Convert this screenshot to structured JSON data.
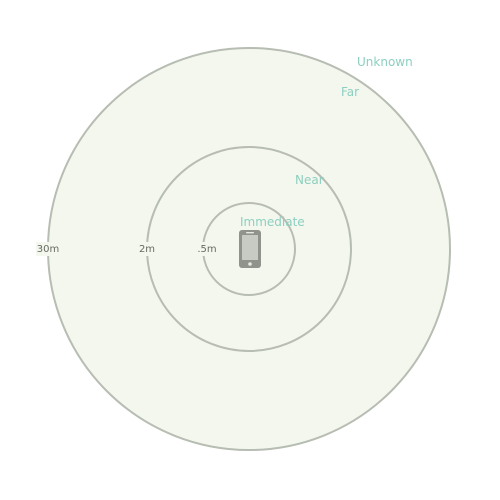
{
  "zones": {
    "unknown": "Unknown",
    "far": "Far",
    "near": "Near",
    "immediate": "Immediate"
  },
  "distances": {
    "far_range": "30m",
    "near_range": "2m",
    "immediate_range": ".5m"
  },
  "icons": {
    "device": "smartphone-icon"
  },
  "colors": {
    "zone_text": "#8ccfc0",
    "ring_stroke": "#b7bdb2",
    "fill": "#f4f7ee",
    "distance_text": "#666b63",
    "device": "#8f938c"
  }
}
